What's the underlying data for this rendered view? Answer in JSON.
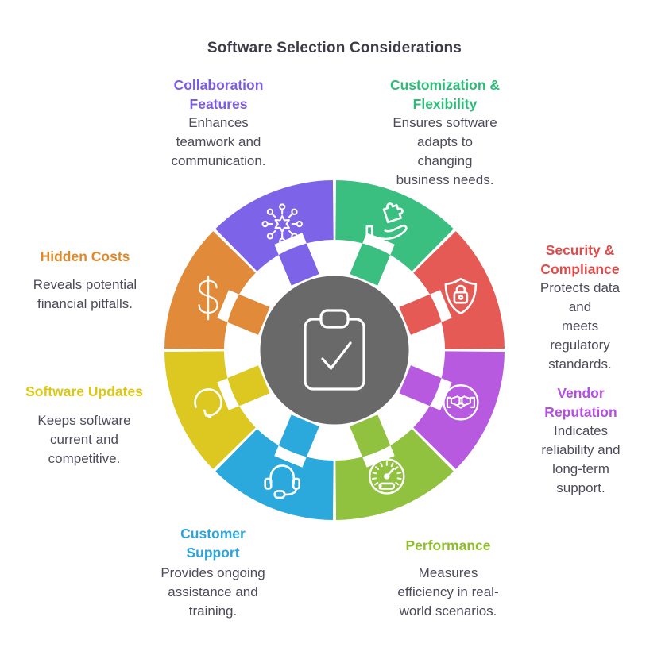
{
  "title": "Software Selection Considerations",
  "center": {
    "icon": "clipboard-check-icon",
    "color": "#696969"
  },
  "segments": [
    {
      "name": "customization-flexibility",
      "heading": "Customization &\nFlexibility",
      "description": "Ensures software\nadapts to\nchanging\nbusiness needs.",
      "color": "#3BBF81",
      "heading_color": "#2BBD78",
      "icon": "hand-puzzle-icon"
    },
    {
      "name": "security-compliance",
      "heading": "Security &\nCompliance",
      "description": "Protects data and\nmeets regulatory\nstandards.",
      "color": "#E65A55",
      "heading_color": "#E24A4A",
      "icon": "shield-lock-icon"
    },
    {
      "name": "vendor-reputation",
      "heading": "Vendor\nReputation",
      "description": "Indicates\nreliability and\nlong-term\nsupport.",
      "color": "#B75AE0",
      "heading_color": "#B44FE1",
      "icon": "handshake-icon"
    },
    {
      "name": "performance",
      "heading": "Performance",
      "description": "Measures\nefficiency in real-\nworld scenarios.",
      "color": "#90C13F",
      "heading_color": "#8FBE2C",
      "icon": "speedometer-icon"
    },
    {
      "name": "customer-support",
      "heading": "Customer\nSupport",
      "description": "Provides ongoing\nassistance and\ntraining.",
      "color": "#2BA9DC",
      "heading_color": "#2BA5DB",
      "icon": "headset-icon"
    },
    {
      "name": "software-updates",
      "heading": "Software Updates",
      "description": "Keeps software\ncurrent and\ncompetitive.",
      "color": "#DCC821",
      "heading_color": "#DCC713",
      "icon": "refresh-icon"
    },
    {
      "name": "hidden-costs",
      "heading": "Hidden Costs",
      "description": "Reveals potential\nfinancial pitfalls.",
      "color": "#E08A3A",
      "heading_color": "#E0892B",
      "icon": "dollar-icon"
    },
    {
      "name": "collaboration-features",
      "heading": "Collaboration\nFeatures",
      "description": "Enhances\nteamwork and\ncommunication.",
      "color": "#7D63E8",
      "heading_color": "#7C5CE4",
      "icon": "network-icon"
    }
  ]
}
